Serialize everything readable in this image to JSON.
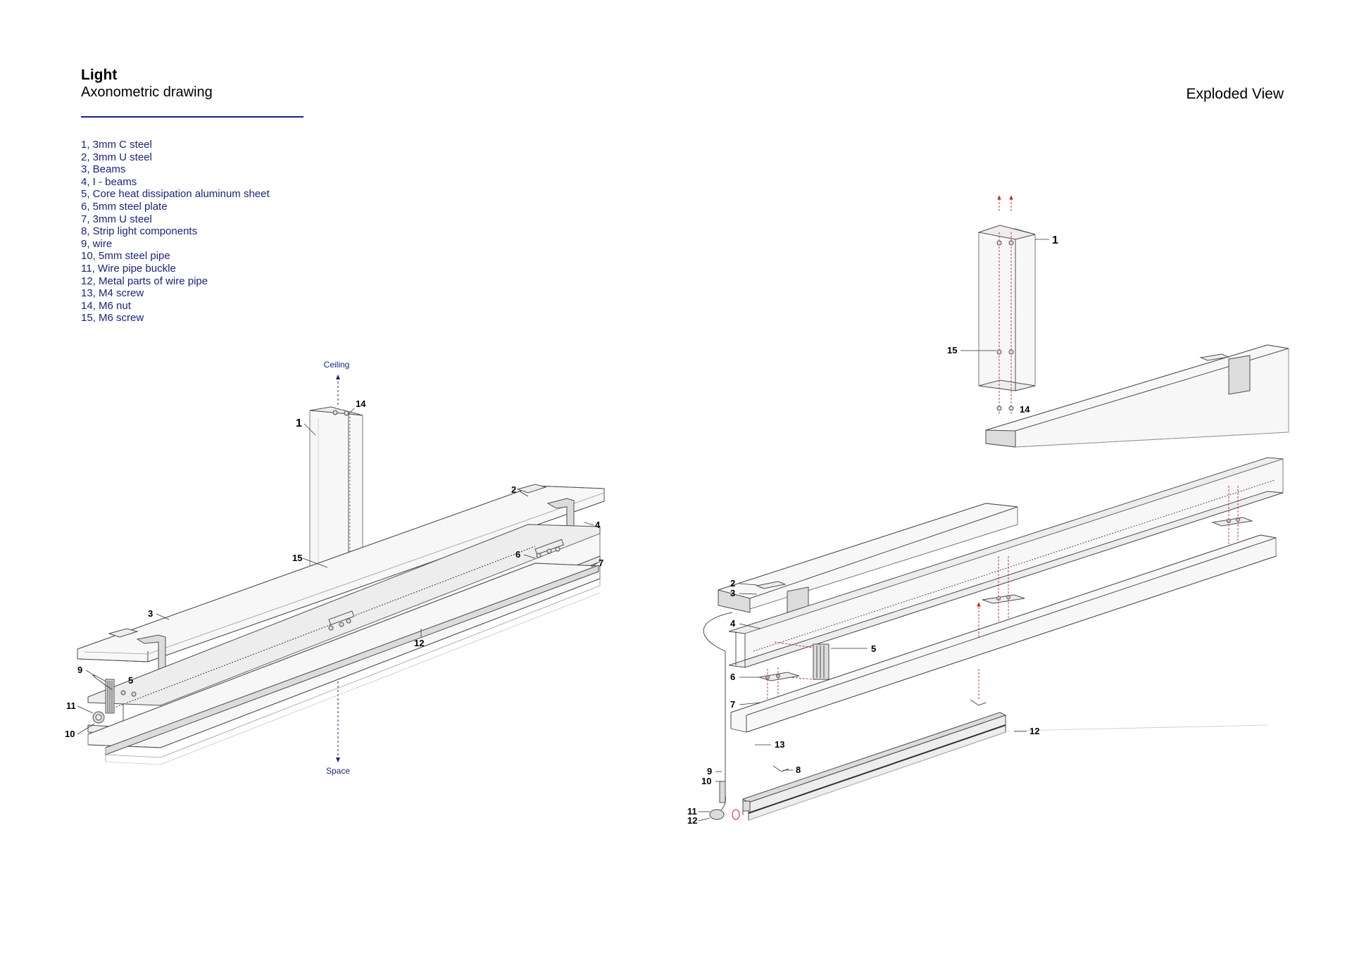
{
  "header": {
    "title": "Light",
    "subtitle": "Axonometric drawing",
    "view_title": "Exploded View"
  },
  "legend": [
    "1, 3mm C steel",
    "2, 3mm U steel",
    "3, Beams",
    "4, I - beams",
    "5, Core heat dissipation aluminum sheet",
    "6, 5mm steel plate",
    "7, 3mm U steel",
    "8, Strip light components",
    "9, wire",
    "10, 5mm steel pipe",
    "11, Wire pipe buckle",
    "12, Metal parts of wire pipe",
    "13, M4 screw",
    "14, M6 nut",
    "15, M6 screw"
  ],
  "assembled": {
    "ceiling_label": "Ceiling",
    "space_label": "Space",
    "callouts": [
      "1",
      "14",
      "2",
      "4",
      "15",
      "6",
      "7",
      "3",
      "12",
      "9",
      "5",
      "11",
      "10"
    ]
  },
  "exploded": {
    "callouts": [
      "1",
      "15",
      "14",
      "2",
      "3",
      "4",
      "5",
      "6",
      "7",
      "13",
      "8",
      "12",
      "9",
      "10",
      "11",
      "12"
    ]
  },
  "colors": {
    "legend_text": "#1a237e",
    "rule": "#1a237e",
    "linework": "#4d4d4d",
    "explode_lines": "#c62828"
  }
}
